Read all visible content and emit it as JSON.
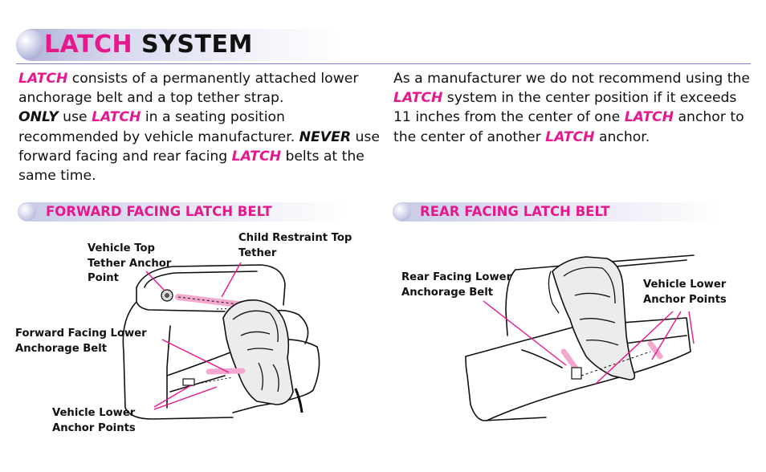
{
  "title": {
    "accent": "LATCH",
    "rest": "SYSTEM"
  },
  "left_paragraph": {
    "p1_kw": "LATCH",
    "p1_text": " consists of a permanently attached lower anchorage belt and a top tether strap.",
    "p2_only": "ONLY",
    "p2_t1": " use ",
    "p2_kw": "LATCH",
    "p2_t2": " in a seating position recommended by vehicle manufacturer. ",
    "p2_never": "NEVER",
    "p2_t3": " use forward facing and rear facing ",
    "p2_kw2": "LATCH",
    "p2_t4": " belts at the same time."
  },
  "right_paragraph": {
    "t1": "As a manufacturer we do not recommend using the ",
    "kw1": "LATCH",
    "t2": " system in the center position if it exceeds 11 inches from the center of one ",
    "kw2": "LATCH",
    "t3": " anchor to the center of another ",
    "kw3": "LATCH",
    "t4": " anchor."
  },
  "sections": {
    "forward": "FORWARD FACING LATCH BELT",
    "rear": "REAR FACING LATCH BELT"
  },
  "forward_labels": {
    "tether_anchor_l1": "Vehicle Top",
    "tether_anchor_l2": "Tether Anchor",
    "tether_anchor_l3": "Point",
    "child_tether_l1": "Child Restraint Top",
    "child_tether_l2": "Tether",
    "ff_belt_l1": "Forward Facing Lower",
    "ff_belt_l2": "Anchorage Belt",
    "lower_anchor_l1": "Vehicle Lower",
    "lower_anchor_l2": "Anchor Points"
  },
  "rear_labels": {
    "rf_belt_l1": "Rear Facing Lower",
    "rf_belt_l2": "Anchorage Belt",
    "lower_anchor_l1": "Vehicle Lower",
    "lower_anchor_l2": "Anchor Points"
  },
  "colors": {
    "accent": "#e6188d",
    "band": "#aeb0d6",
    "rule": "#7b7fbd"
  },
  "icons": {
    "forward_illustration": "forward-facing-car-seat-illustration",
    "rear_illustration": "rear-facing-car-seat-illustration"
  }
}
